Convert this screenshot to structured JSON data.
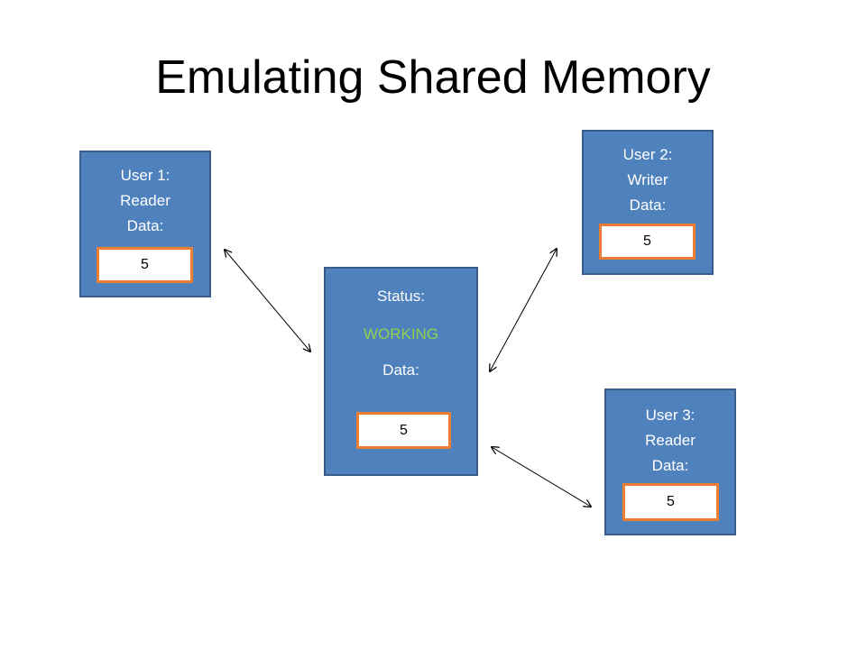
{
  "title": "Emulating Shared Memory",
  "colors": {
    "box_fill": "#4f81bd",
    "box_border": "#385d8a",
    "data_border": "#ed7d31",
    "status_color": "#92d050",
    "text": "#ffffff"
  },
  "user1": {
    "heading": "User 1:",
    "role": "Reader",
    "data_label": "Data:",
    "value": "5"
  },
  "user2": {
    "heading": "User 2:",
    "role": "Writer",
    "data_label": "Data:",
    "value": "5"
  },
  "user3": {
    "heading": "User 3:",
    "role": "Reader",
    "data_label": "Data:",
    "value": "5"
  },
  "server": {
    "status_label": "Status:",
    "status_value": "WORKING",
    "data_label": "Data:",
    "value": "5"
  }
}
